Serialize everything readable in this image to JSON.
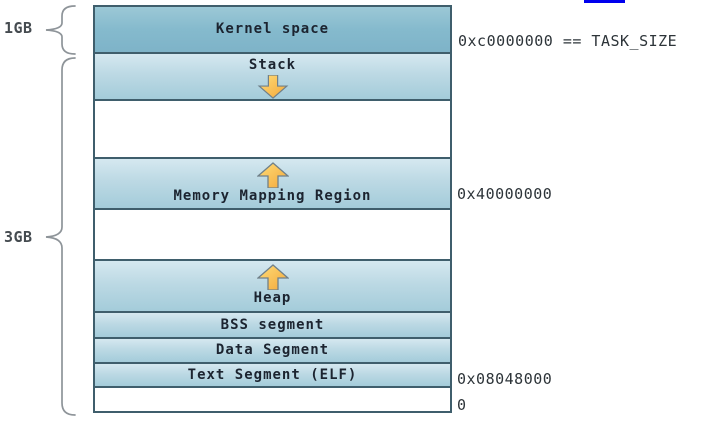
{
  "diagram": {
    "size_labels": {
      "one_gb": "1GB",
      "three_gb": "3GB"
    },
    "regions": {
      "kernel": {
        "label": "Kernel space"
      },
      "stack": {
        "label": "Stack",
        "arrow": "down-arrow-icon"
      },
      "mmr": {
        "label": "Memory Mapping Region",
        "arrow": "up-arrow-icon"
      },
      "heap": {
        "label": "Heap",
        "arrow": "up-arrow-icon"
      },
      "bss": {
        "label": "BSS segment"
      },
      "data": {
        "label": "Data Segment"
      },
      "text": {
        "label": "Text Segment (ELF)"
      }
    },
    "addresses": {
      "task_size": "0xc0000000 == TASK_SIZE",
      "mmap_base": "0x40000000",
      "text_start": "0x08048000",
      "zero": "0"
    },
    "colors": {
      "box_border": "#3f5e6c",
      "kernel_fill_top": "#9cc8d6",
      "kernel_fill_bottom": "#7eb3c8",
      "segment_fill_top": "#d5e8f0",
      "segment_fill_bottom": "#a4ccda",
      "arrow_gold_light": "#ffdd78",
      "arrow_gold_dark": "#f3a73a",
      "brace_gray": "#8e9499",
      "link_blue": "#0000ee"
    }
  }
}
